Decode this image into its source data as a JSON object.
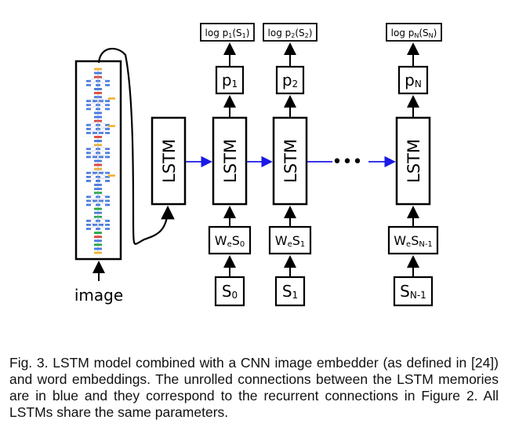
{
  "diagram": {
    "image_label": "image",
    "cnn_icon": "cnn-network-icon",
    "lstm_label": "LSTM",
    "ellipsis": "•••",
    "connection_color": "#1a1ae6",
    "outputs": [
      {
        "main": "log p",
        "sub": "1",
        "arg": "(S",
        "argsub": "1",
        "close": ")"
      },
      {
        "main": "log p",
        "sub": "2",
        "arg": "(S",
        "argsub": "2",
        "close": ")"
      },
      {
        "main": "log p",
        "sub": "N",
        "arg": "(S",
        "argsub": "N",
        "close": ")"
      }
    ],
    "probs": [
      {
        "main": "p",
        "sub": "1"
      },
      {
        "main": "p",
        "sub": "2"
      },
      {
        "main": "p",
        "sub": "N"
      }
    ],
    "embeds": [
      {
        "w": "W",
        "wsub": "e",
        "s": "S",
        "ssub": "0"
      },
      {
        "w": "W",
        "wsub": "e",
        "s": "S",
        "ssub": "1"
      },
      {
        "w": "W",
        "wsub": "e",
        "s": "S",
        "ssub": "N-1"
      }
    ],
    "words": [
      {
        "main": "S",
        "sub": "0"
      },
      {
        "main": "S",
        "sub": "1"
      },
      {
        "main": "S",
        "sub": "N-1"
      }
    ]
  },
  "caption": "Fig. 3. LSTM model combined with a CNN image embedder (as defined in [24]) and word embeddings. The unrolled connections between the LSTM memories are in blue and they correspond to the recurrent connections in Figure 2. All LSTMs share the same parameters."
}
